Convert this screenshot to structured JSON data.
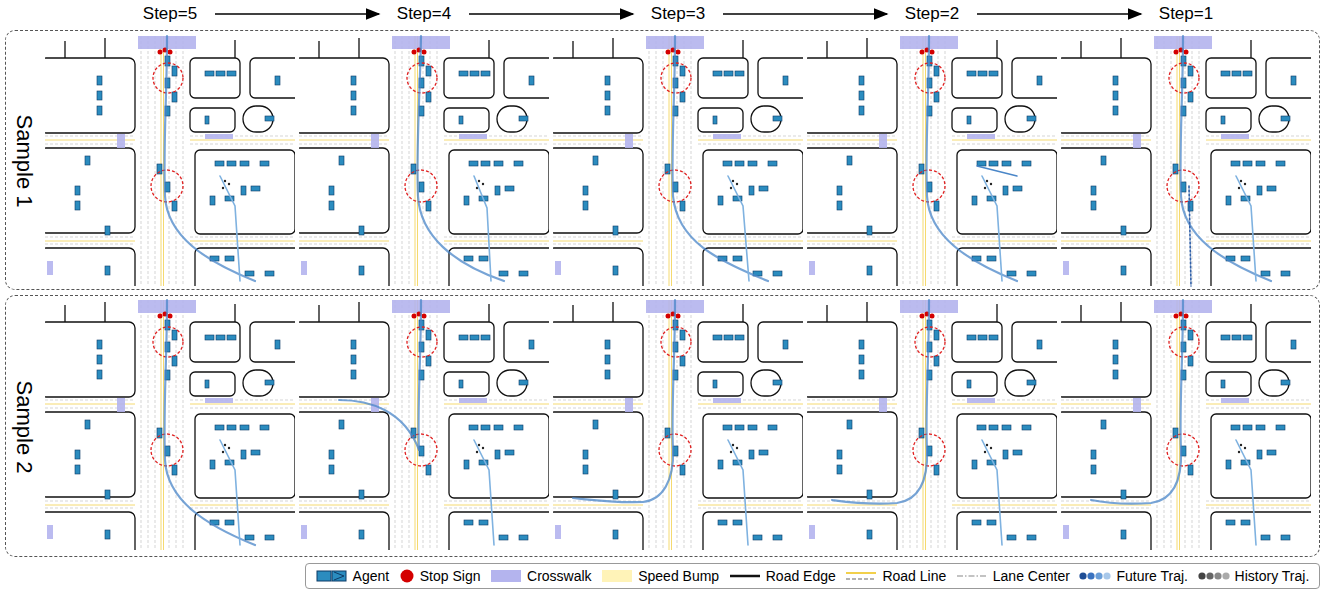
{
  "diagram": {
    "nodes": [
      {
        "text": [
          "Sample 1"
        ]
      },
      {
        "text": [
          "Sample 2"
        ]
      }
    ],
    "labels": [
      "Step=5",
      "Step=4",
      "Step=3",
      "Step=2",
      "Step=1"
    ],
    "legend": [
      {
        "text": "Agent"
      },
      {
        "text": "Stop Sign",
        "color": "#d40000"
      },
      {
        "text": "Crosswalk",
        "color": "#b4b4ee"
      },
      {
        "text": "Speed Bump",
        "color": "#fff3b8"
      },
      {
        "text": "Road Edge"
      },
      {
        "text": "Road Line"
      },
      {
        "text": "Lane Center"
      },
      {
        "text": "Future Traj."
      },
      {
        "text": "History Traj."
      }
    ]
  }
}
